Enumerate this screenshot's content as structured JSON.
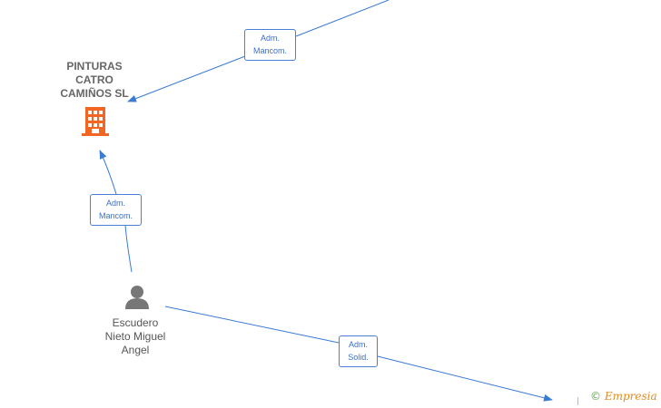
{
  "nodes": {
    "company": {
      "label": "PINTURAS\nCATRO\nCAMIÑOS  SL",
      "icon": "building-icon",
      "color": "#f26522"
    },
    "person": {
      "label": "Escudero\nNieto Miguel\nAngel",
      "icon": "person-icon",
      "color": "#777777"
    }
  },
  "edges": [
    {
      "label": "Adm.\nMancom."
    },
    {
      "label": "Adm.\nMancom."
    },
    {
      "label": "Adm.\nSolid."
    }
  ],
  "colors": {
    "edge": "#3a7bd5",
    "label_border": "#4a7fd4",
    "label_text": "#3a6fc8"
  },
  "watermark": {
    "symbol": "©",
    "brand": "Empresia"
  }
}
